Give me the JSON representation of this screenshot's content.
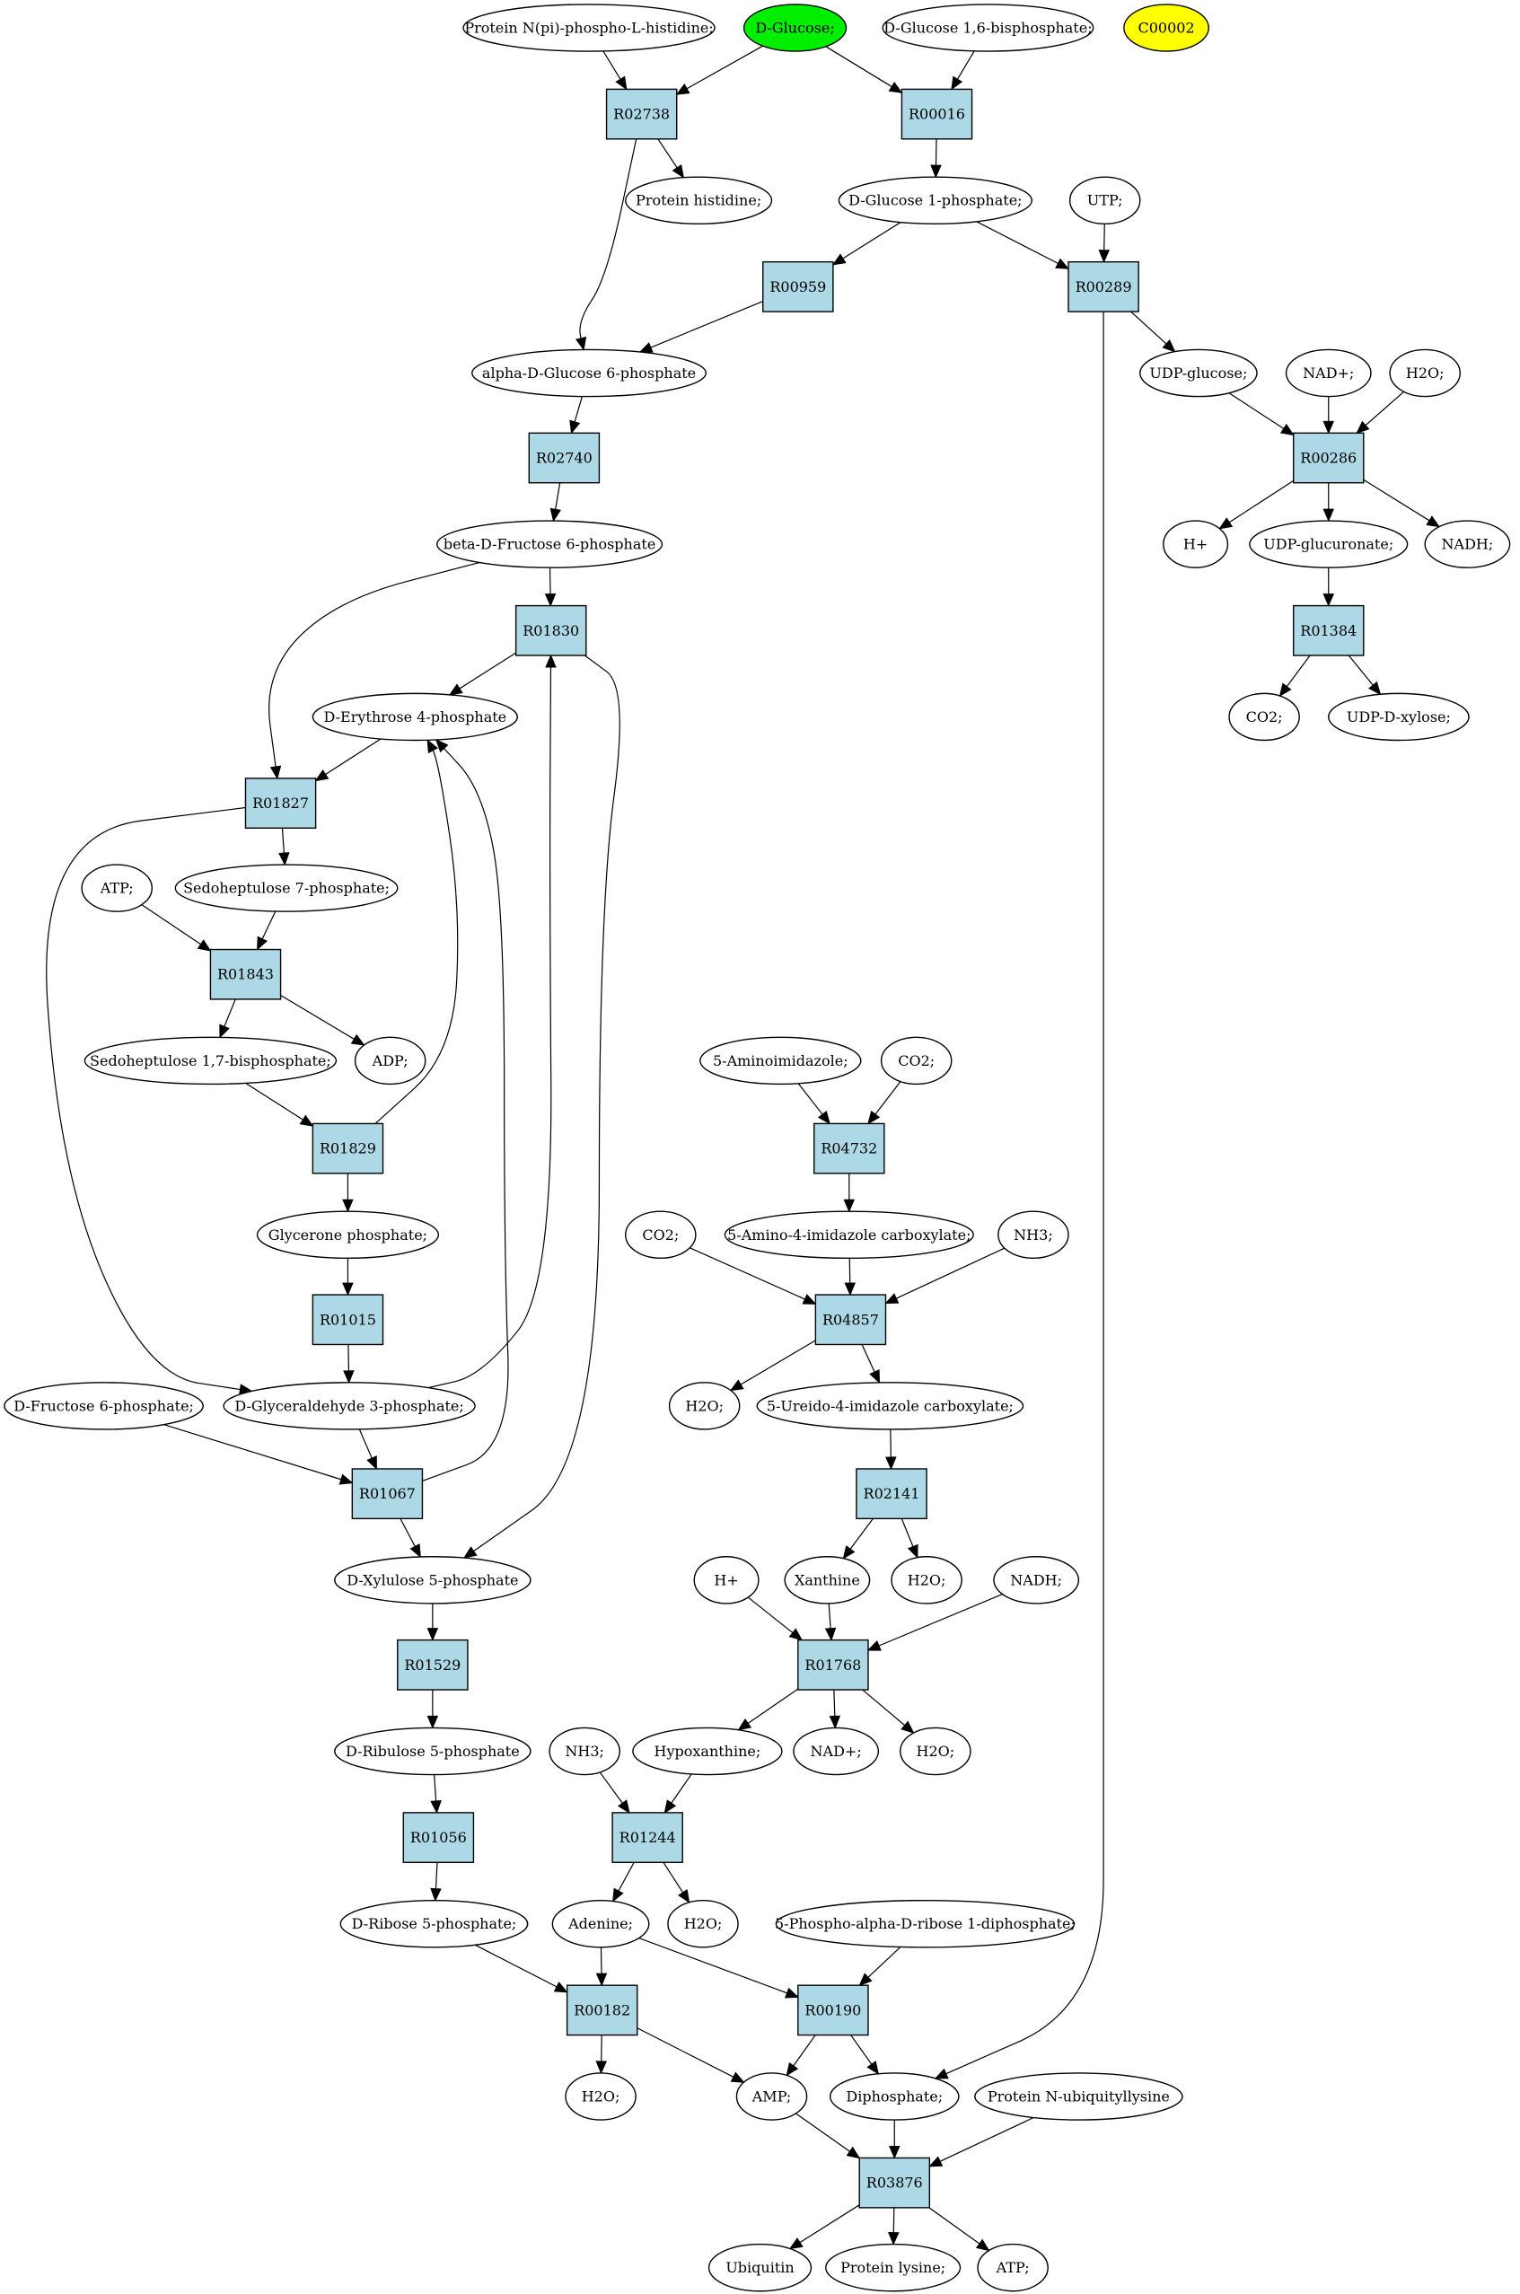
{
  "diagram": {
    "type": "metabolic-pathway-graph",
    "colors": {
      "reaction_fill": "#add8e6",
      "compound_fill": "#ffffff",
      "start_fill": "#00ee00",
      "highlight_fill": "#ffff00",
      "line": "#000000"
    },
    "compounds": {
      "c_prot_phis": "Protein N(pi)-phospho-L-histidine;",
      "c_dglucose": "D-Glucose;",
      "c_dg16bp": "D-Glucose 1,6-bisphosphate;",
      "c_c00002": "C00002",
      "c_prothis": "Protein histidine;",
      "c_dg1p": "D-Glucose 1-phosphate;",
      "c_utp": "UTP;",
      "c_ag6p": "alpha-D-Glucose 6-phosphate",
      "c_udpglc": "UDP-glucose;",
      "c_nad1": "NAD+;",
      "c_h2o1": "H2O;",
      "c_bf6p": "beta-D-Fructose 6-phosphate",
      "c_h1": "H+",
      "c_udpglcur": "UDP-glucuronate;",
      "c_nadh1": "NADH;",
      "c_e4p": "D-Erythrose 4-phosphate",
      "c_co2a": "CO2;",
      "c_udpxyl": "UDP-D-xylose;",
      "c_s7p": "Sedoheptulose 7-phosphate;",
      "c_atp1": "ATP;",
      "c_s17bp": "Sedoheptulose 1,7-bisphosphate;",
      "c_adp": "ADP;",
      "c_5ai": "5-Aminoimidazole;",
      "c_co2b": "CO2;",
      "c_g3pdhap": "Glycerone phosphate;",
      "c_co2c": "CO2;",
      "c_5a4ic": "5-Amino-4-imidazole carboxylate;",
      "c_nh3a": "NH3;",
      "c_df6p": "D-Fructose 6-phosphate;",
      "c_gap": "D-Glyceraldehyde 3-phosphate;",
      "c_h2o2": "H2O;",
      "c_5u4ic": "5-Ureido-4-imidazole carboxylate;",
      "c_x5p": "D-Xylulose 5-phosphate",
      "c_h2": "H+",
      "c_xan": "Xanthine",
      "c_h2o3": "H2O;",
      "c_nadh2": "NADH;",
      "c_ru5p": "D-Ribulose 5-phosphate",
      "c_nh3b": "NH3;",
      "c_hypx": "Hypoxanthine;",
      "c_nad2": "NAD+;",
      "c_h2o4": "H2O;",
      "c_r5p": "D-Ribose 5-phosphate;",
      "c_ade": "Adenine;",
      "c_h2o5": "H2O;",
      "c_prpp": "5-Phospho-alpha-D-ribose 1-diphosphate;",
      "c_h2o6": "H2O;",
      "c_amp": "AMP;",
      "c_ppi": "Diphosphate;",
      "c_publ": "Protein N-ubiquityllysine",
      "c_ubq": "Ubiquitin",
      "c_plys": "Protein lysine;",
      "c_atp2": "ATP;"
    },
    "reactions": {
      "r_R02738": "R02738",
      "r_R00016": "R00016",
      "r_R00959": "R00959",
      "r_R00289": "R00289",
      "r_R02740": "R02740",
      "r_R00286": "R00286",
      "r_R01830": "R01830",
      "r_R01384": "R01384",
      "r_R01827": "R01827",
      "r_R01843": "R01843",
      "r_R04732": "R04732",
      "r_R01829": "R01829",
      "r_R04857": "R04857",
      "r_R01015": "R01015",
      "r_R02141": "R02141",
      "r_R01067": "R01067",
      "r_R01768": "R01768",
      "r_R01529": "R01529",
      "r_R01244": "R01244",
      "r_R01056": "R01056",
      "r_R00182": "R00182",
      "r_R00190": "R00190",
      "r_R03876": "R03876"
    },
    "edges": [
      [
        "c_prot_phis",
        "r_R02738"
      ],
      [
        "c_dglucose",
        "r_R02738"
      ],
      [
        "c_dglucose",
        "r_R00016"
      ],
      [
        "c_dg16bp",
        "r_R00016"
      ],
      [
        "r_R02738",
        "c_prothis"
      ],
      [
        "r_R02738",
        "c_ag6p"
      ],
      [
        "r_R00016",
        "c_dg1p"
      ],
      [
        "c_dg1p",
        "r_R00959"
      ],
      [
        "c_dg1p",
        "r_R00289"
      ],
      [
        "c_utp",
        "r_R00289"
      ],
      [
        "r_R00959",
        "c_ag6p"
      ],
      [
        "r_R00289",
        "c_udpglc"
      ],
      [
        "r_R00289",
        "c_ppi"
      ],
      [
        "c_ag6p",
        "r_R02740"
      ],
      [
        "r_R02740",
        "c_bf6p"
      ],
      [
        "c_udpglc",
        "r_R00286"
      ],
      [
        "c_nad1",
        "r_R00286"
      ],
      [
        "c_h2o1",
        "r_R00286"
      ],
      [
        "r_R00286",
        "c_h1"
      ],
      [
        "r_R00286",
        "c_udpglcur"
      ],
      [
        "r_R00286",
        "c_nadh1"
      ],
      [
        "c_udpglcur",
        "r_R01384"
      ],
      [
        "r_R01384",
        "c_co2a"
      ],
      [
        "r_R01384",
        "c_udpxyl"
      ],
      [
        "c_bf6p",
        "r_R01830"
      ],
      [
        "c_bf6p",
        "r_R01827"
      ],
      [
        "r_R01830",
        "c_e4p"
      ],
      [
        "r_R01830",
        "c_x5p"
      ],
      [
        "c_gap",
        "r_R01830"
      ],
      [
        "c_e4p",
        "r_R01827"
      ],
      [
        "r_R01827",
        "c_s7p"
      ],
      [
        "r_R01827",
        "c_gap"
      ],
      [
        "c_atp1",
        "r_R01843"
      ],
      [
        "c_s7p",
        "r_R01843"
      ],
      [
        "r_R01843",
        "c_s17bp"
      ],
      [
        "r_R01843",
        "c_adp"
      ],
      [
        "c_s17bp",
        "r_R01829"
      ],
      [
        "r_R01829",
        "c_e4p"
      ],
      [
        "r_R01829",
        "c_g3pdhap"
      ],
      [
        "c_g3pdhap",
        "r_R01015"
      ],
      [
        "r_R01015",
        "c_gap"
      ],
      [
        "c_df6p",
        "r_R01067"
      ],
      [
        "c_gap",
        "r_R01067"
      ],
      [
        "r_R01067",
        "c_e4p"
      ],
      [
        "r_R01067",
        "c_x5p"
      ],
      [
        "c_x5p",
        "r_R01529"
      ],
      [
        "r_R01529",
        "c_ru5p"
      ],
      [
        "c_ru5p",
        "r_R01056"
      ],
      [
        "r_R01056",
        "c_r5p"
      ],
      [
        "c_5ai",
        "r_R04732"
      ],
      [
        "c_co2b",
        "r_R04732"
      ],
      [
        "r_R04732",
        "c_5a4ic"
      ],
      [
        "c_co2c",
        "r_R04857"
      ],
      [
        "c_5a4ic",
        "r_R04857"
      ],
      [
        "c_nh3a",
        "r_R04857"
      ],
      [
        "r_R04857",
        "c_h2o2"
      ],
      [
        "r_R04857",
        "c_5u4ic"
      ],
      [
        "c_5u4ic",
        "r_R02141"
      ],
      [
        "r_R02141",
        "c_xan"
      ],
      [
        "r_R02141",
        "c_h2o3"
      ],
      [
        "c_h2",
        "r_R01768"
      ],
      [
        "c_xan",
        "r_R01768"
      ],
      [
        "c_nadh2",
        "r_R01768"
      ],
      [
        "r_R01768",
        "c_hypx"
      ],
      [
        "r_R01768",
        "c_nad2"
      ],
      [
        "r_R01768",
        "c_h2o4"
      ],
      [
        "c_nh3b",
        "r_R01244"
      ],
      [
        "c_hypx",
        "r_R01244"
      ],
      [
        "r_R01244",
        "c_ade"
      ],
      [
        "r_R01244",
        "c_h2o5"
      ],
      [
        "c_r5p",
        "r_R00182"
      ],
      [
        "c_ade",
        "r_R00182"
      ],
      [
        "c_ade",
        "r_R00190"
      ],
      [
        "c_prpp",
        "r_R00190"
      ],
      [
        "r_R00182",
        "c_h2o6"
      ],
      [
        "r_R00182",
        "c_amp"
      ],
      [
        "r_R00190",
        "c_amp"
      ],
      [
        "r_R00190",
        "c_ppi"
      ],
      [
        "c_amp",
        "r_R03876"
      ],
      [
        "c_ppi",
        "r_R03876"
      ],
      [
        "c_publ",
        "r_R03876"
      ],
      [
        "r_R03876",
        "c_ubq"
      ],
      [
        "r_R03876",
        "c_plys"
      ],
      [
        "r_R03876",
        "c_atp2"
      ]
    ]
  }
}
